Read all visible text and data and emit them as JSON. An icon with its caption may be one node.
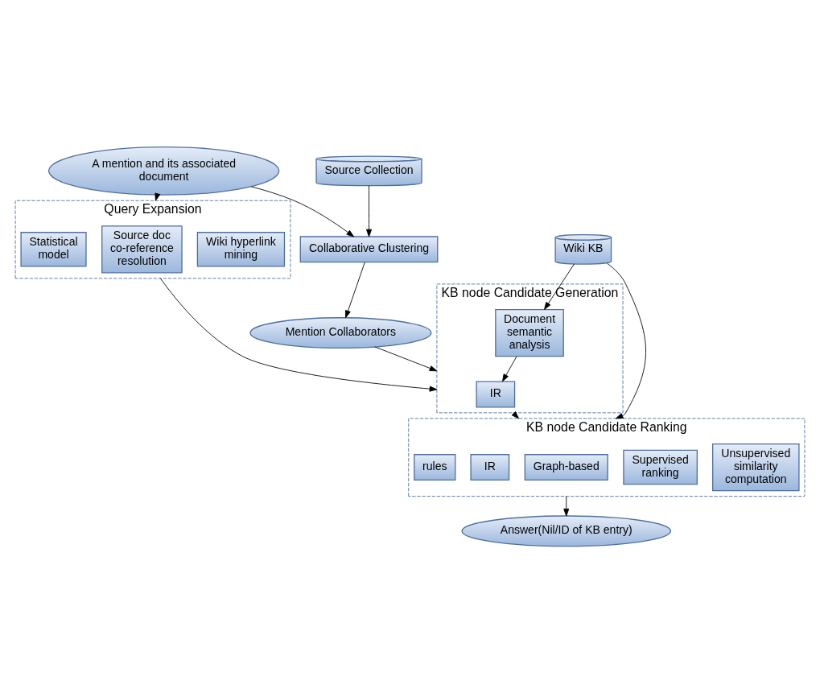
{
  "diagram": {
    "nodes": [
      {
        "text": [
          "A mention and its associated document"
        ]
      },
      {
        "text": [
          "Source Collection"
        ]
      },
      {
        "text": [
          "Query Expansion"
        ]
      },
      {
        "text": [
          "Wiki hyperlink mining"
        ],
        "in": 2
      },
      {
        "text": [
          "Source doc co-reference resolution"
        ],
        "in": 2
      },
      {
        "text": [
          "Statistical model"
        ],
        "in": 2
      },
      {
        "text": [
          "Collaborative Clustering"
        ]
      },
      {
        "text": [
          "Mention Collaborators"
        ]
      },
      {
        "text": [
          "KB node Candidate Generation"
        ]
      },
      {
        "text": [
          "Document semantic analysis"
        ],
        "in": 8
      },
      {
        "text": [
          "IR"
        ],
        "in": 8
      },
      {
        "text": [
          "Wiki KB"
        ]
      },
      {
        "text": [
          "KB node Candidate Ranking"
        ]
      },
      {
        "text": [
          "Unsupervised similarity computation"
        ],
        "in": 12
      },
      {
        "text": [
          "Supervised ranking"
        ],
        "in": 12
      },
      {
        "text": [
          "Graph-based"
        ],
        "in": 12
      },
      {
        "text": [
          "IR"
        ],
        "in": 12
      },
      {
        "text": [
          "rules"
        ],
        "in": 12
      },
      {
        "text": [
          "Answer(Nil/ID of KB entry)"
        ]
      }
    ],
    "edges": [
      {
        "from": 0,
        "to": 2,
        "arrow": "to"
      },
      {
        "from": 0,
        "to": 6,
        "arrow": "to"
      },
      {
        "from": 1,
        "to": 6,
        "arrow": "to"
      },
      {
        "from": 6,
        "to": 7,
        "arrow": "to"
      },
      {
        "from": 2,
        "to": 8,
        "arrow": "to"
      },
      {
        "from": 7,
        "to": 8,
        "arrow": "to"
      },
      {
        "from": 11,
        "to": 9,
        "arrow": "to"
      },
      {
        "from": 9,
        "to": 10,
        "arrow": "to"
      },
      {
        "from": 8,
        "to": 12,
        "arrow": "to"
      },
      {
        "from": 11,
        "to": 12,
        "arrow": "to"
      },
      {
        "from": 12,
        "to": 18,
        "arrow": "to"
      }
    ]
  }
}
